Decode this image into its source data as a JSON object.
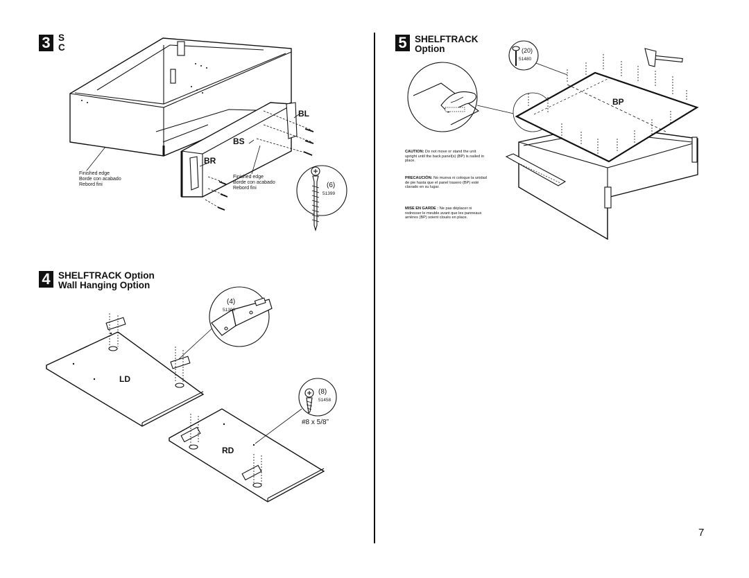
{
  "step3": {
    "number": "3",
    "title_line1": "S",
    "title_line2": "C",
    "part_labels": {
      "bl": "BL",
      "bs": "BS",
      "br": "BR"
    },
    "finished_edge_left": [
      "Finished edge",
      "Borde con acabado",
      "Rebord fini"
    ],
    "finished_edge_right": [
      "Finished edge",
      "Borde con acabado",
      "Rebord fini"
    ],
    "screw_callout": {
      "qty": "(6)",
      "code": "51399"
    }
  },
  "step4": {
    "number": "4",
    "title_line1": "SHELFTRACK Option",
    "title_line2": "Wall Hanging Option",
    "part_labels": {
      "ld": "LD",
      "rd": "RD"
    },
    "hinge_callout": {
      "qty": "(4)",
      "code": "51300"
    },
    "screw_callout": {
      "qty": "(8)",
      "code": "51458",
      "size": "#8 x 5/8”"
    }
  },
  "step5": {
    "number": "5",
    "title_line1": "SHELFTRACK",
    "title_line2": "Option",
    "part_label": "BP",
    "nail_callout": {
      "qty": "(20)",
      "code": "51480"
    },
    "caution_en": {
      "head": "CAUTION:",
      "body": "Do not move or stand the unit upright until the back panel(s) (BP) is nailed in place."
    },
    "caution_es": {
      "head": "PRECAUCIÓN:",
      "body": "No mueva ni coloque la unidad de pie hasta que el panel trasero (BP) esté clavado en su lugar."
    },
    "caution_fr": {
      "head": "MISE EN GARDE :",
      "body": "Ne pas déplacer ni redresser le meuble avant que les panneaux arrières (BP) soient cloués en place."
    }
  },
  "page_number": "7",
  "colors": {
    "ink": "#111111",
    "paper": "#ffffff"
  }
}
